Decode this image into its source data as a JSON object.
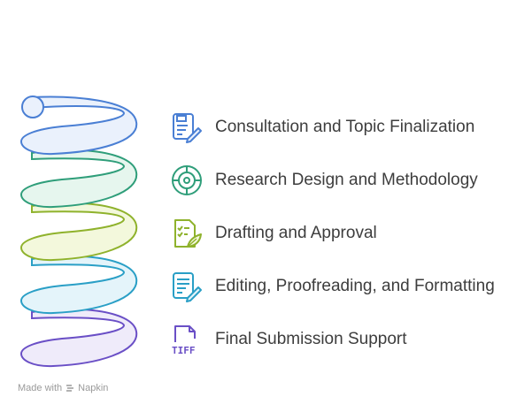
{
  "steps": [
    {
      "label": "Consultation and Topic Finalization",
      "icon": "document-edit-icon",
      "color": "#4a7fd4",
      "light": "#eaf1fc"
    },
    {
      "label": "Research Design and Methodology",
      "icon": "target-icon",
      "color": "#2f9e7a",
      "light": "#e6f6ee"
    },
    {
      "label": "Drafting and Approval",
      "icon": "checklist-leaf-icon",
      "color": "#8fb22c",
      "light": "#f3f8dc"
    },
    {
      "label": "Editing, Proofreading, and Formatting",
      "icon": "document-pen-icon",
      "color": "#2a9fc6",
      "light": "#e4f4fa"
    },
    {
      "label": "Final Submission Support",
      "icon": "tiff-file-icon",
      "color": "#6a4fc6",
      "light": "#efebfa"
    }
  ],
  "footer": {
    "made_with": "Made with",
    "brand": "Napkin"
  }
}
